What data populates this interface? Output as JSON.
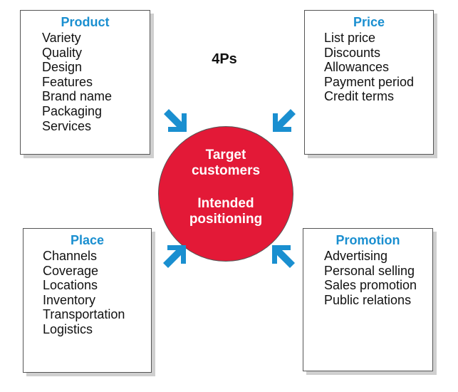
{
  "title": "4Ps",
  "center": {
    "line1": "Target",
    "line2": "customers",
    "line3": "Intended",
    "line4": "positioning"
  },
  "boxes": {
    "product": {
      "title": "Product",
      "items": [
        "Variety",
        "Quality",
        "Design",
        "Features",
        "Brand name",
        "Packaging",
        "Services"
      ]
    },
    "price": {
      "title": "Price",
      "items": [
        "List price",
        "Discounts",
        "Allowances",
        "Payment period",
        "Credit terms"
      ]
    },
    "place": {
      "title": "Place",
      "items": [
        "Channels",
        "Coverage",
        "Locations",
        "Inventory",
        "Transportation",
        "Logistics"
      ]
    },
    "promotion": {
      "title": "Promotion",
      "items": [
        "Advertising",
        "Personal selling",
        "Sales promotion",
        "Public relations"
      ]
    }
  },
  "colors": {
    "title_blue": "#1a8fd0",
    "arrow_blue": "#1a8fd0",
    "circle_red": "#e31937"
  },
  "icons": {
    "arrow": "diagonal-arrow-icon"
  }
}
